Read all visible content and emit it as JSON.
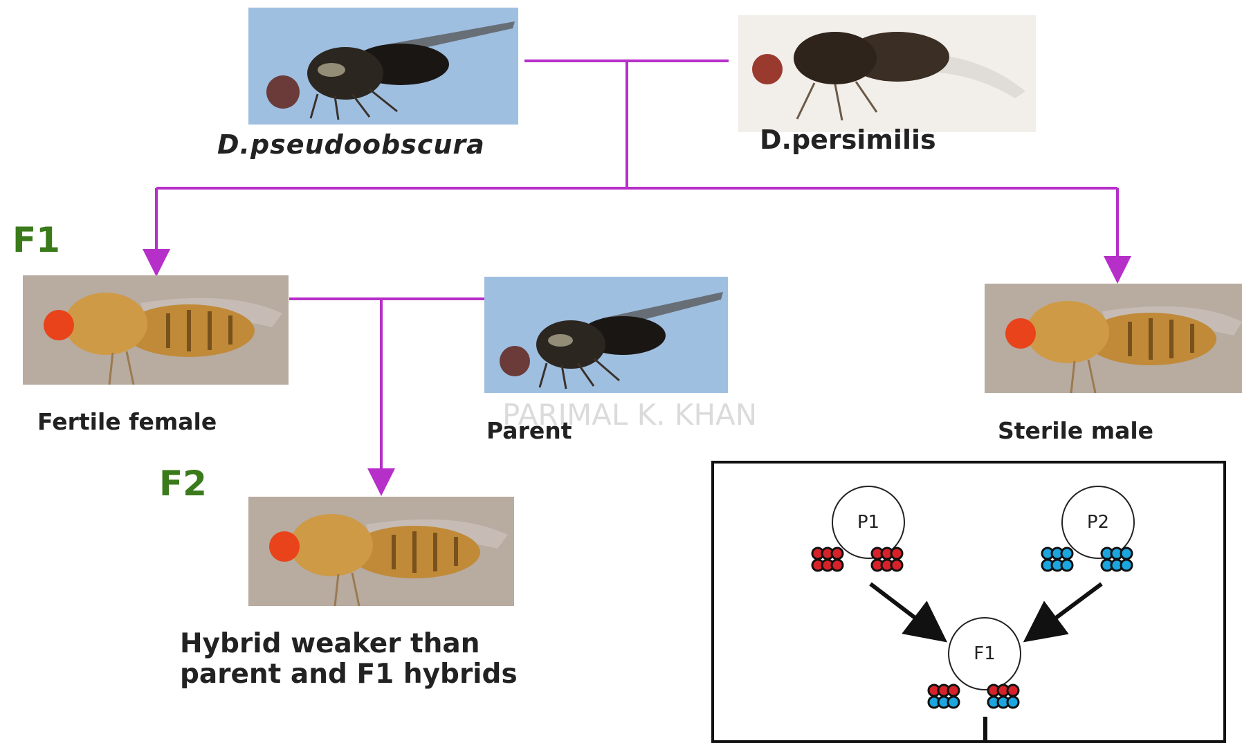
{
  "parents": {
    "species_a": "D.pseudoobscura",
    "species_b": "D.persimilis"
  },
  "generations": {
    "f1": "F1",
    "f2": "F2"
  },
  "f1_offspring": {
    "female": "Fertile female",
    "male": "Sterile male"
  },
  "backcross_parent": "Parent",
  "f2_caption": {
    "line1": "Hybrid weaker than",
    "line2": "parent and F1 hybrids"
  },
  "watermark": "PARIMAL K. KHAN",
  "inset": {
    "parent1": "P1",
    "parent2": "P2",
    "hybrid": "F1"
  },
  "colors": {
    "connector": "#b62fc9",
    "generation_label": "#3a7a1a",
    "chromosome_p1": "#d8222a",
    "chromosome_p2": "#1ba6e0",
    "pseudoobscura_bg": "#9fbfe0",
    "hybrid_bg": "#b8aba0"
  }
}
